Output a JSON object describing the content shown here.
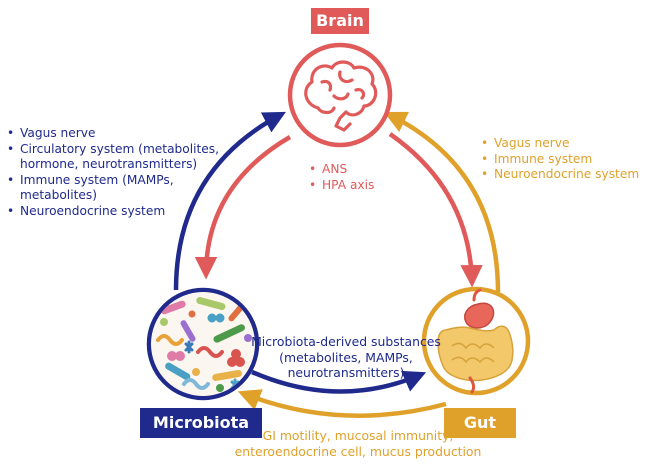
{
  "nodes": {
    "brain": {
      "label": "Brain",
      "color": "#e05a5a"
    },
    "microbiota": {
      "label": "Microbiota",
      "color": "#1f2a8c"
    },
    "gut": {
      "label": "Gut",
      "color": "#e0a12b"
    }
  },
  "lists": {
    "microbiota_to_brain": [
      "Vagus nerve",
      "Circulatory system (metabolites, hormone, neurotransmitters)",
      "Immune system (MAMPs, metabolites)",
      "Neuroendocrine system"
    ],
    "gut_to_brain": [
      "Vagus nerve",
      "Immune system",
      "Neuroendocrine system"
    ],
    "brain_to_gut": [
      "ANS",
      "HPA axis"
    ]
  },
  "edges": {
    "microbiota_to_gut": [
      "Microbiota-derived substances",
      "(metabolites, MAMPs,",
      "neurotransmitters)"
    ],
    "gut_to_microbiota": [
      "GI motility, mucosal immunity,",
      "enteroendocrine cell, mucus production"
    ]
  }
}
